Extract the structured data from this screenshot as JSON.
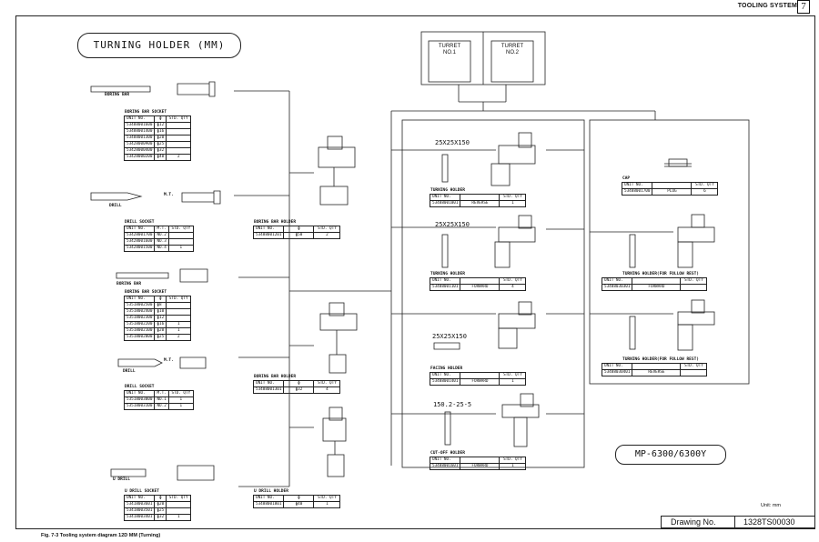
{
  "header": {
    "section": "TOOLING SYSTEM",
    "chapter": "7"
  },
  "title": "TURNING HOLDER (MM)",
  "model": "MP-6300/6300Y",
  "turrets": [
    {
      "label": "TURRET",
      "no": "NO.1"
    },
    {
      "label": "TURRET",
      "no": "NO.2"
    }
  ],
  "left": {
    "boring_bar_label": "BORING BAR",
    "boring_bar_socket": {
      "title": "BORING BAR SOCKET",
      "headers": [
        "UNIT NO.",
        "ɸ",
        "STD. QTY"
      ],
      "rows": [
        [
          "53488001600",
          "ɸ12",
          ""
        ],
        [
          "53488001400",
          "ɸ16",
          ""
        ],
        [
          "53488001300",
          "ɸ20",
          ""
        ],
        [
          "53428000900",
          "ɸ25",
          ""
        ],
        [
          "53428000400",
          "ɸ32",
          ""
        ],
        [
          "53428000200",
          "ɸ40",
          "2"
        ]
      ]
    },
    "drill_label": "DRILL",
    "mt_label": "M.T.",
    "drill_socket": {
      "title": "DRILL SOCKET",
      "headers": [
        "UNIT NO.",
        "M.T.",
        "STD. QTY"
      ],
      "rows": [
        [
          "53428001700",
          "NO.2",
          ""
        ],
        [
          "53428001600",
          "NO.3",
          ""
        ],
        [
          "53428001500",
          "NO.4",
          "1"
        ]
      ]
    },
    "boring_bar_holder_1": {
      "title": "BORING BAR HOLDER",
      "headers": [
        "UNIT NO.",
        "ɸ",
        "STD. QTY"
      ],
      "rows": [
        [
          "53488001201",
          "ɸ50",
          "2"
        ]
      ]
    },
    "boring_bar_label_2": "BORING BAR",
    "boring_bar_socket_2": {
      "title": "BORING BAR SOCKET",
      "headers": [
        "UNIT NO.",
        "ɸ",
        "STD. QTY"
      ],
      "rows": [
        [
          "53518002500",
          "ɸ8",
          ""
        ],
        [
          "53518002400",
          "ɸ10",
          ""
        ],
        [
          "53518002300",
          "ɸ12",
          ""
        ],
        [
          "53518002200",
          "ɸ16",
          "1"
        ],
        [
          "53518002100",
          "ɸ20",
          "1"
        ],
        [
          "53518002000",
          "ɸ25",
          "2"
        ]
      ]
    },
    "drill_label_2": "DRILL",
    "mt_label_2": "M.T.",
    "drill_socket_2": {
      "title": "DRILL SOCKET",
      "headers": [
        "UNIT NO.",
        "M.T.",
        "STD. QTY"
      ],
      "rows": [
        [
          "53518003000",
          "NO.1",
          "1"
        ],
        [
          "53518003100",
          "NO.2",
          "1"
        ]
      ]
    },
    "boring_bar_holder_2": {
      "title": "BORING BAR HOLDER",
      "headers": [
        "UNIT NO.",
        "ɸ",
        "STD. QTY"
      ],
      "rows": [
        [
          "53488001301",
          "ɸ32",
          "4"
        ]
      ]
    },
    "u_drill_label": "U DRILL",
    "u_drill_socket": {
      "title": "U DRILL SOCKET",
      "headers": [
        "UNIT NO.",
        "ɸ",
        "STD. QTY"
      ],
      "rows": [
        [
          "53418003601",
          "ɸ20",
          ""
        ],
        [
          "53418003501",
          "ɸ25",
          ""
        ],
        [
          "53418003401",
          "ɸ32",
          "1"
        ]
      ]
    },
    "u_drill_holder": {
      "title": "U DRILL HOLDER",
      "headers": [
        "UNIT NO.",
        "ɸ",
        "STD. QTY"
      ],
      "rows": [
        [
          "53488001801",
          "ɸ40",
          "1"
        ]
      ]
    }
  },
  "middle": {
    "turning_reverse": {
      "size": "25X25X150",
      "title": "TURNING HOLDER",
      "headers": [
        "UNIT NO.",
        "",
        "STD. QTY"
      ],
      "rows": [
        [
          "53488001001",
          "REVERSE",
          "1"
        ]
      ]
    },
    "turning_forward": {
      "size": "25X25X150",
      "title": "TURNING HOLDER",
      "headers": [
        "UNIT NO.",
        "",
        "STD. QTY"
      ],
      "rows": [
        [
          "53488001101",
          "FORWARD",
          "4"
        ]
      ]
    },
    "facing": {
      "size": "25X25X150",
      "title": "FACING HOLDER",
      "headers": [
        "UNIT NO.",
        "",
        "STD. QTY"
      ],
      "rows": [
        [
          "53488001401",
          "FORWARD",
          "1"
        ]
      ]
    },
    "cutoff": {
      "size": "150.2-25-5",
      "title": "CUT-OFF HOLDER",
      "headers": [
        "UNIT NO.",
        "",
        "STD. QTY"
      ],
      "rows": [
        [
          "53488001601",
          "FORWARD",
          "1"
        ]
      ]
    }
  },
  "right": {
    "cap": {
      "title": "CAP",
      "headers": [
        "UNIT NO.",
        "",
        "STD. QTY"
      ],
      "rows": [
        [
          "53488001700",
          "PLUG",
          "6"
        ]
      ]
    },
    "follow_forward": {
      "title": "TURNING HOLDER(FOR FOLLOW REST)",
      "headers": [
        "UNIT NO.",
        "",
        "STD. QTY"
      ],
      "rows": [
        [
          "53488030301",
          "FORWARD",
          ""
        ]
      ]
    },
    "follow_reverse": {
      "title": "TURNING HOLDER(FOR FOLLOW REST)",
      "headers": [
        "UNIT NO.",
        "",
        "STD. QTY"
      ],
      "rows": [
        [
          "53488030401",
          "REVERSE",
          ""
        ]
      ]
    }
  },
  "footer": {
    "unit": "Unit: mm",
    "drawing_label": "Drawing No.",
    "drawing_no": "1328TS00030",
    "caption": "Fig. 7-3    Tooling system diagram 12D MM (Turning)"
  }
}
